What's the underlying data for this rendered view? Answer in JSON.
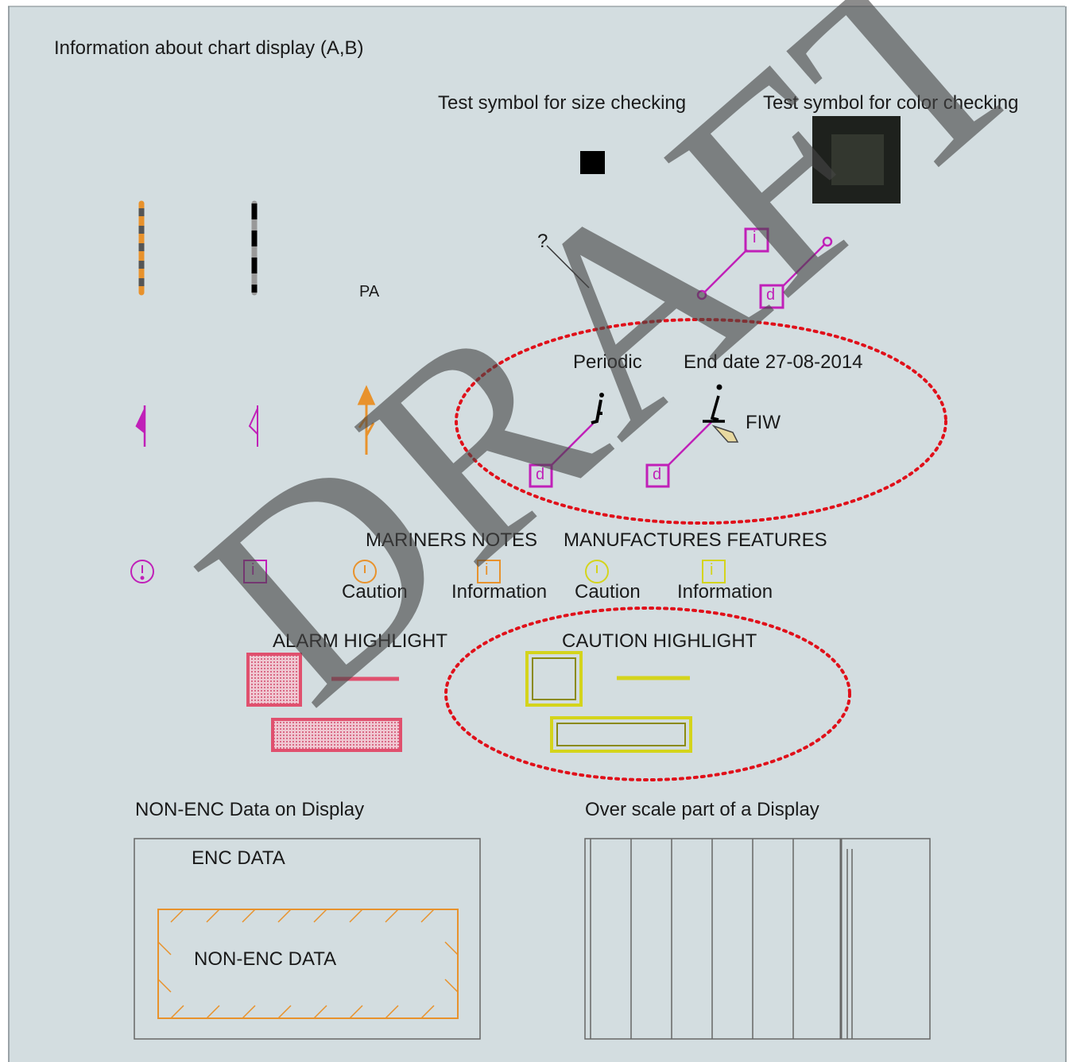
{
  "title": "Information about chart display (A,B)",
  "test_symbols": {
    "size_label": "Test symbol for size checking",
    "color_label": "Test symbol for color checking"
  },
  "symbols": {
    "pa_label": "PA",
    "question_mark": "?",
    "info_letter": "i",
    "date_dependent_letter": "d"
  },
  "periodic_group": {
    "periodic_label": "Periodic",
    "end_date_label": "End date 27-08-2014",
    "fiw_label": "FIW"
  },
  "notes": {
    "mariners_notes_label": "MARINERS NOTES",
    "manufactures_features_label": "MANUFACTURES FEATURES",
    "caution_label_1": "Caution",
    "information_label_1": "Information",
    "caution_label_2": "Caution",
    "information_label_2": "Information"
  },
  "highlights": {
    "alarm_label": "ALARM HIGHLIGHT",
    "caution_label": "CAUTION HIGHLIGHT"
  },
  "non_enc": {
    "section_label": "NON-ENC Data on Display",
    "enc_data_label": "ENC DATA",
    "non_enc_data_label": "NON-ENC DATA"
  },
  "over_scale": {
    "section_label": "Over scale part of a Display"
  },
  "watermark": "DRAFT",
  "colors": {
    "background": "#d3dde0",
    "magenta": "#c020b8",
    "orange": "#e8922c",
    "yellow": "#d4d41c",
    "alarm_pink": "#e0506e",
    "draft_red": "#e0101a"
  }
}
